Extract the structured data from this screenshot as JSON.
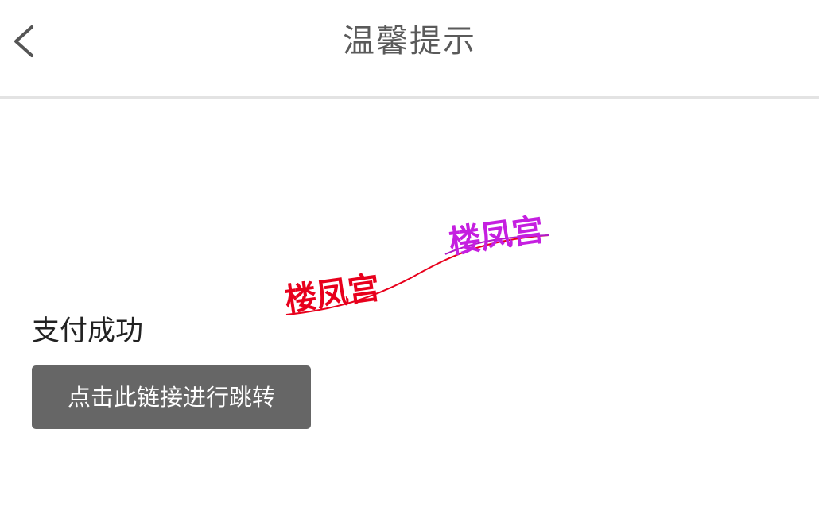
{
  "header": {
    "title": "温馨提示",
    "back_icon": "chevron-left-icon"
  },
  "watermark": {
    "text_left": "楼凤宫",
    "text_right": "楼凤宫",
    "color_left": "#e8001c",
    "color_right": "#c51fe0"
  },
  "main": {
    "status_text": "支付成功",
    "redirect_button_label": "点击此链接进行跳转"
  },
  "colors": {
    "title": "#5a5a5a",
    "button_bg": "#666666",
    "button_text": "#ffffff",
    "divider": "#e3e3e3"
  }
}
